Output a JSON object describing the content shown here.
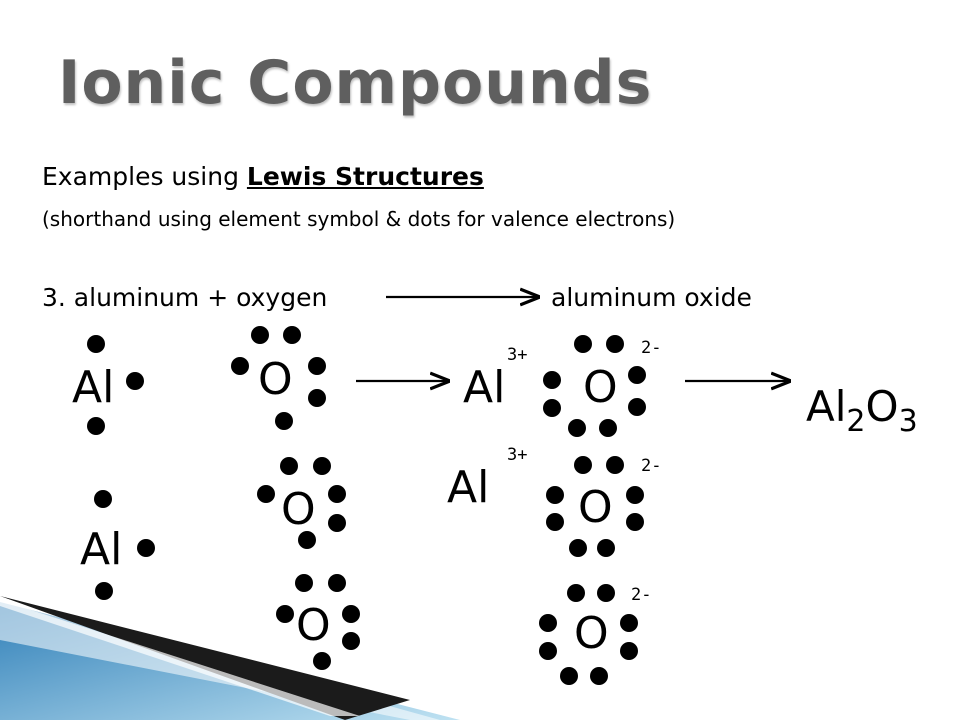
{
  "title": "Ionic Compounds",
  "intro": {
    "prefix": "Examples using ",
    "highlight": "Lewis Structures"
  },
  "note": "(shorthand using element symbol & dots for valence electrons)",
  "equation": {
    "left": "3. aluminum + oxygen",
    "right": "aluminum oxide"
  },
  "symbols": {
    "aluminum": "Al",
    "oxygen": "O"
  },
  "charges": {
    "aluminum_ion": "3+",
    "oxide_ion": "2-"
  },
  "formula": {
    "element1": "Al",
    "count1": "2",
    "element2": "O",
    "count2": "3"
  },
  "colors": {
    "title": "#5f5f5f",
    "decor_blue": "#4f9cc9",
    "decor_dark": "#222222"
  }
}
